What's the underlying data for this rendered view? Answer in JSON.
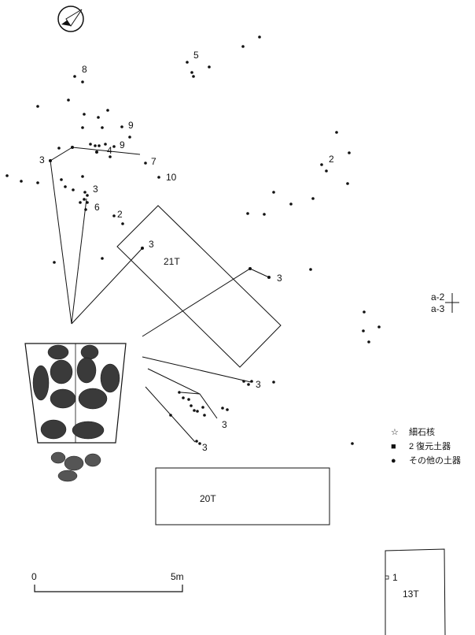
{
  "trenches": [
    {
      "id": "21T",
      "label": "21T"
    },
    {
      "id": "20T",
      "label": "20T"
    },
    {
      "id": "13T",
      "label": "13T"
    }
  ],
  "point_labels": [
    {
      "id": "p8",
      "text": "8"
    },
    {
      "id": "p5",
      "text": "5"
    },
    {
      "id": "p9a",
      "text": "9"
    },
    {
      "id": "p9b",
      "text": "9"
    },
    {
      "id": "p4",
      "text": "4"
    },
    {
      "id": "p3a",
      "text": "3"
    },
    {
      "id": "p7",
      "text": "7"
    },
    {
      "id": "p10",
      "text": "10"
    },
    {
      "id": "p3b",
      "text": "3"
    },
    {
      "id": "p6",
      "text": "6"
    },
    {
      "id": "p2a",
      "text": "2"
    },
    {
      "id": "p2b",
      "text": "2"
    },
    {
      "id": "p3c",
      "text": "3"
    },
    {
      "id": "p3d",
      "text": "3"
    },
    {
      "id": "p3e",
      "text": "3"
    },
    {
      "id": "p3f",
      "text": "3"
    },
    {
      "id": "p3g",
      "text": "3"
    },
    {
      "id": "p1",
      "text": "1"
    }
  ],
  "datum": {
    "label_top": "a-2",
    "label_bottom": "a-3"
  },
  "legend": {
    "items": [
      {
        "symbol": "☆",
        "text": "細石核"
      },
      {
        "symbol": "■",
        "text": "2  復元土器"
      },
      {
        "symbol": "●",
        "text": "その他の土器"
      }
    ]
  },
  "scale_bar": {
    "start": "0",
    "end": "5m"
  },
  "north_arrow": {
    "icon": "north-arrow-icon"
  }
}
